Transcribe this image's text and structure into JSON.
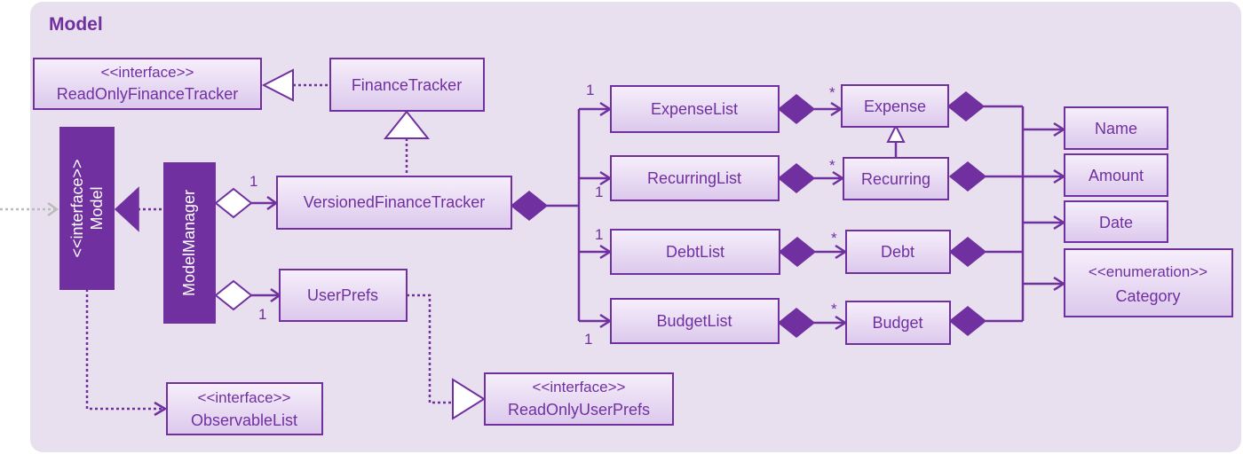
{
  "package": {
    "title": "Model"
  },
  "classes": {
    "read_only_finance_tracker": {
      "stereotype": "<<interface>>",
      "name": "ReadOnlyFinanceTracker"
    },
    "finance_tracker": {
      "name": "FinanceTracker"
    },
    "model": {
      "stereotype": "<<interface>>",
      "name": "Model"
    },
    "model_manager": {
      "name": "ModelManager"
    },
    "versioned_finance_tracker": {
      "name": "VersionedFinanceTracker"
    },
    "user_prefs": {
      "name": "UserPrefs"
    },
    "observable_list": {
      "stereotype": "<<interface>>",
      "name": "ObservableList"
    },
    "read_only_user_prefs": {
      "stereotype": "<<interface>>",
      "name": "ReadOnlyUserPrefs"
    },
    "expense_list": {
      "name": "ExpenseList"
    },
    "recurring_list": {
      "name": "RecurringList"
    },
    "debt_list": {
      "name": "DebtList"
    },
    "budget_list": {
      "name": "BudgetList"
    },
    "expense": {
      "name": "Expense"
    },
    "recurring": {
      "name": "Recurring"
    },
    "debt": {
      "name": "Debt"
    },
    "budget": {
      "name": "Budget"
    },
    "name": {
      "name": "Name"
    },
    "amount": {
      "name": "Amount"
    },
    "date": {
      "name": "Date"
    },
    "category": {
      "stereotype": "<<enumeration>>",
      "name": "Category"
    }
  },
  "multiplicities": {
    "manager_to_vft": "1",
    "manager_to_userprefs": "1",
    "vft_to_expense_list": "1",
    "vft_to_recurring_list": "1",
    "vft_to_debt_list": "1",
    "vft_to_budget_list": "1",
    "expense_list_to_expense": "*",
    "recurring_list_to_recurring": "*",
    "debt_list_to_debt": "*",
    "budget_list_to_budget": "*"
  },
  "colors": {
    "package_bg": "#e8e0ee",
    "box_top": "#f6effb",
    "box_bottom": "#dcc8ec",
    "stroke": "#7030a0",
    "dark_fill": "#7030a0",
    "grey_arrow": "#bbbbbb"
  }
}
